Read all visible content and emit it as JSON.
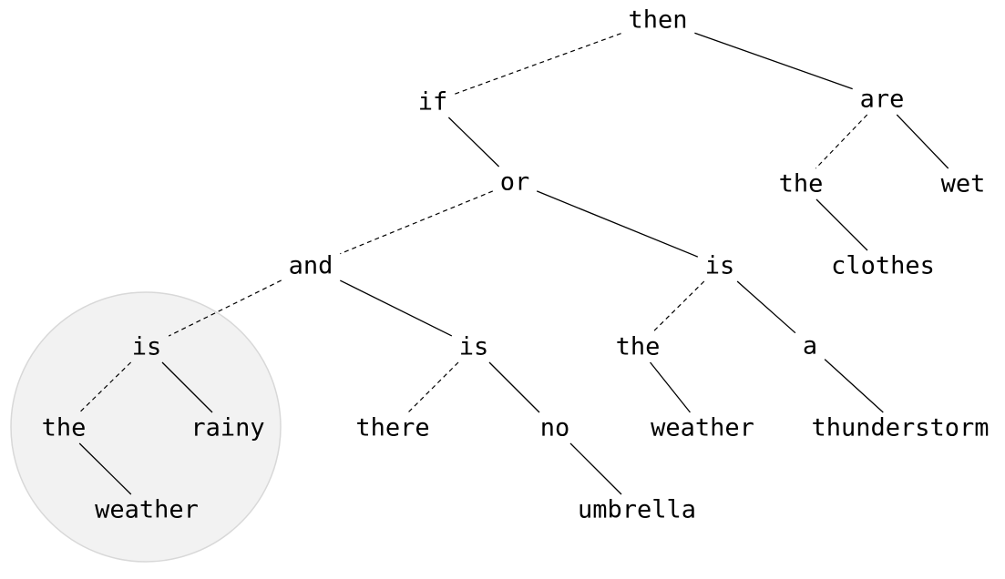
{
  "colors": {
    "highlight_fill": "#f2f2f2",
    "highlight_stroke": "#d8d8d8",
    "ink": "#000000"
  },
  "tree": {
    "nodes": [
      {
        "id": "then",
        "word": "then"
      },
      {
        "id": "if",
        "word": "if"
      },
      {
        "id": "are",
        "word": "are"
      },
      {
        "id": "or",
        "word": "or"
      },
      {
        "id": "the_clothes",
        "word": "the"
      },
      {
        "id": "wet",
        "word": "wet"
      },
      {
        "id": "clothes",
        "word": "clothes"
      },
      {
        "id": "and",
        "word": "and"
      },
      {
        "id": "is_or",
        "word": "is"
      },
      {
        "id": "is_and_left",
        "word": "is"
      },
      {
        "id": "is_and_right",
        "word": "is"
      },
      {
        "id": "the_weather_left",
        "word": "the"
      },
      {
        "id": "rainy",
        "word": "rainy"
      },
      {
        "id": "weather_left",
        "word": "weather"
      },
      {
        "id": "there",
        "word": "there"
      },
      {
        "id": "no",
        "word": "no"
      },
      {
        "id": "umbrella",
        "word": "umbrella"
      },
      {
        "id": "the_weather_right",
        "word": "the"
      },
      {
        "id": "a",
        "word": "a"
      },
      {
        "id": "weather_right",
        "word": "weather"
      },
      {
        "id": "thunderstorm",
        "word": "thunderstorm"
      }
    ],
    "edges": [
      {
        "from": "then",
        "to": "if",
        "style": "dashed"
      },
      {
        "from": "then",
        "to": "are",
        "style": "solid"
      },
      {
        "from": "if",
        "to": "or",
        "style": "solid"
      },
      {
        "from": "are",
        "to": "the_clothes",
        "style": "dashed"
      },
      {
        "from": "are",
        "to": "wet",
        "style": "solid"
      },
      {
        "from": "the_clothes",
        "to": "clothes",
        "style": "solid"
      },
      {
        "from": "or",
        "to": "and",
        "style": "dashed"
      },
      {
        "from": "or",
        "to": "is_or",
        "style": "solid"
      },
      {
        "from": "and",
        "to": "is_and_left",
        "style": "dashed"
      },
      {
        "from": "and",
        "to": "is_and_right",
        "style": "solid"
      },
      {
        "from": "is_and_left",
        "to": "the_weather_left",
        "style": "dashed"
      },
      {
        "from": "is_and_left",
        "to": "rainy",
        "style": "solid"
      },
      {
        "from": "the_weather_left",
        "to": "weather_left",
        "style": "solid"
      },
      {
        "from": "is_and_right",
        "to": "there",
        "style": "dashed"
      },
      {
        "from": "is_and_right",
        "to": "no",
        "style": "solid"
      },
      {
        "from": "no",
        "to": "umbrella",
        "style": "solid"
      },
      {
        "from": "is_or",
        "to": "the_weather_right",
        "style": "dashed"
      },
      {
        "from": "is_or",
        "to": "a",
        "style": "solid"
      },
      {
        "from": "the_weather_right",
        "to": "weather_right",
        "style": "solid"
      },
      {
        "from": "a",
        "to": "thunderstorm",
        "style": "solid"
      }
    ],
    "highlighted_subtree_root": "is_and_left"
  }
}
